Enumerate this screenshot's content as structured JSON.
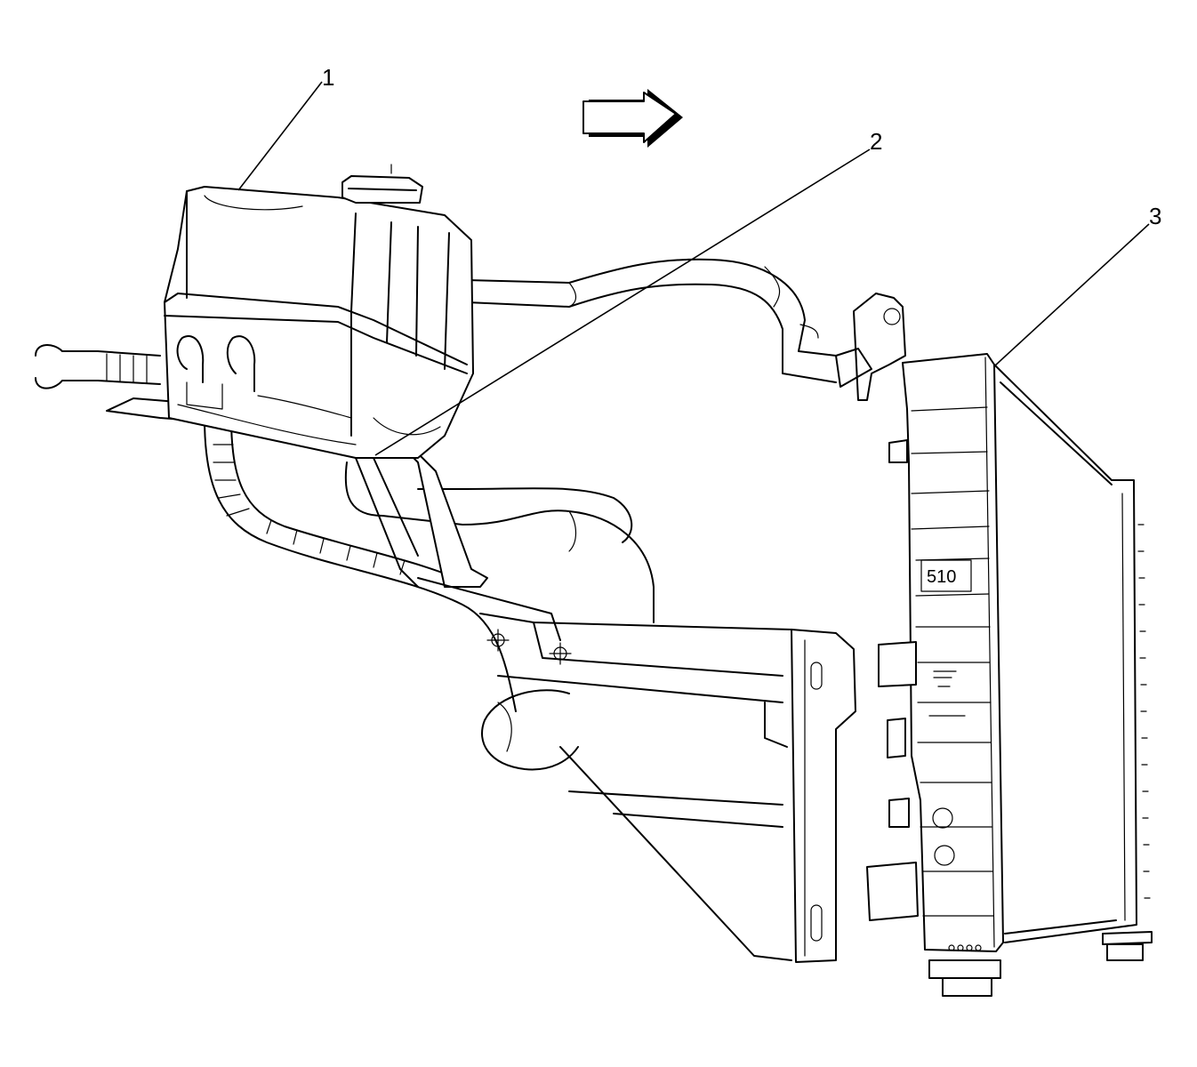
{
  "callouts": [
    {
      "number": "1",
      "part": "coolant-reservoir"
    },
    {
      "number": "2",
      "part": "reservoir-mounting-bracket"
    },
    {
      "number": "3",
      "part": "radiator"
    }
  ],
  "radiator_stamp": "510",
  "direction_arrow": {
    "icon": "arrow-right-icon",
    "meaning": "vehicle-forward"
  }
}
